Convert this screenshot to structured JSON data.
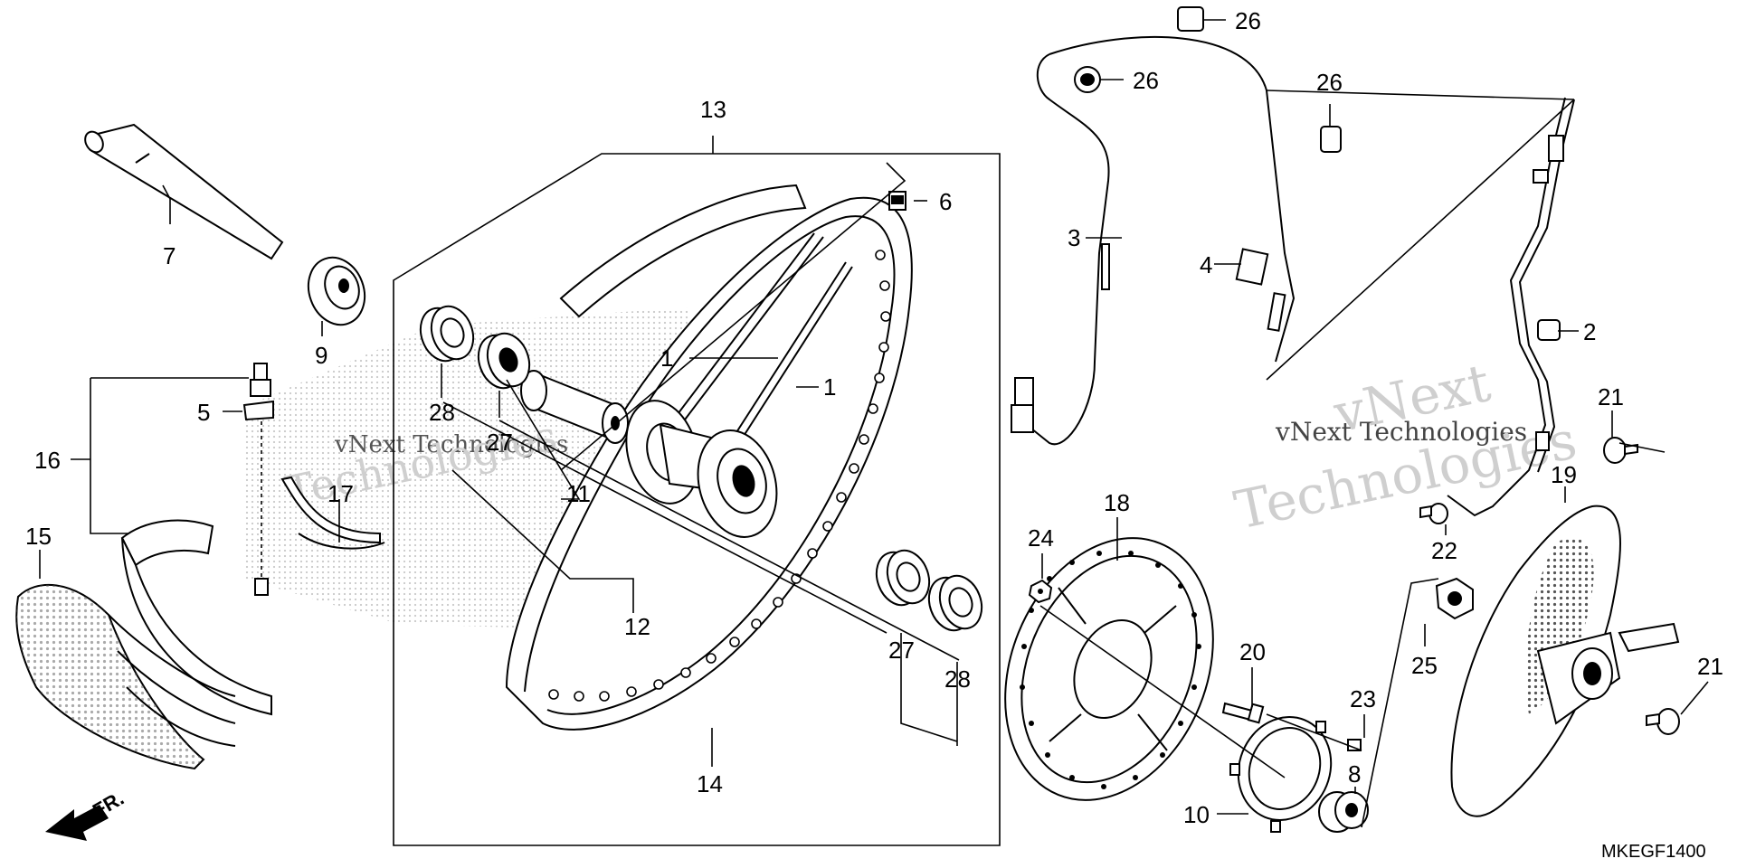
{
  "diagram": {
    "code": "MKEGF1400",
    "direction_label": "FR.",
    "watermark": {
      "line1": "vNext Technologies",
      "line2": "vNext",
      "line3": "Technologies"
    },
    "callouts": {
      "c1a": "1",
      "c1b": "1",
      "c2": "2",
      "c3": "3",
      "c4": "4",
      "c5": "5",
      "c6": "6",
      "c7": "7",
      "c8": "8",
      "c9": "9",
      "c10": "10",
      "c11": "11",
      "c12": "12",
      "c13": "13",
      "c14": "14",
      "c15": "15",
      "c16": "16",
      "c17": "17",
      "c18": "18",
      "c19": "19",
      "c20": "20",
      "c21a": "21",
      "c21b": "21",
      "c22": "22",
      "c23": "23",
      "c24": "24",
      "c25": "25",
      "c26a": "26",
      "c26b": "26",
      "c26c": "26",
      "c27a": "27",
      "c27b": "27",
      "c28a": "28",
      "c28b": "28"
    }
  }
}
